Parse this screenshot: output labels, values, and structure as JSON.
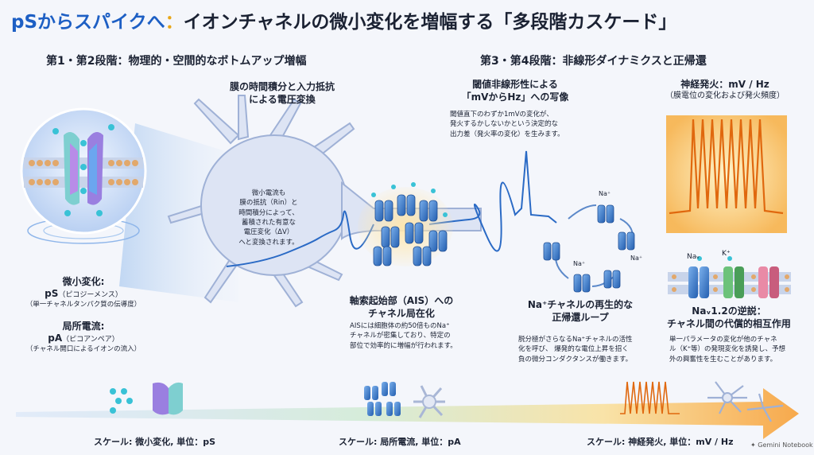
{
  "title": {
    "blue": "pSからスパイクへ",
    "colon": "：",
    "rest": "イオンチャネルの微小変化を増幅する「多段階カスケード」"
  },
  "section_left": "第1・第2段階：物理的・空間的なボトムアップ増幅",
  "section_right": "第3・第4段階：非線形ダイナミクスと正帰還",
  "membrane": {
    "head_1": "膜の時間積分と入力抵抗",
    "head_2": "による電圧変換",
    "body": [
      "微小電流も",
      "膜の抵抗（Rin）と",
      "時間積分によって、",
      "蓄積された有意な",
      "電圧変化（ΔV）",
      "へと変換されます。"
    ]
  },
  "left_panel": {
    "micro_head": "微小変化:",
    "micro_unit": "pS",
    "micro_unit_paren": "（ピコジーメンス）",
    "micro_desc": "（単一チャネルタンパク質の伝導度）",
    "local_head": "局所電流:",
    "local_unit": "pA",
    "local_unit_paren": "（ピコアンペア）",
    "local_desc": "（チャネル開口によるイオンの流入）"
  },
  "ais": {
    "head_1": "軸索起始部（AIS）への",
    "head_2": "チャネル局在化",
    "body": [
      "AISには細胞体の約50倍ものNa⁺",
      "チャネルが密集しており、特定の",
      "部位で効率的に増幅が行われます。"
    ]
  },
  "threshold": {
    "head_1": "閾値非線形性による",
    "head_2": "「mVからHz」への写像",
    "body": [
      "閾値直下のわずか1mVの変化が、",
      "発火するかしないかという決定的な",
      "出力差（発火率の変化）を生みます。"
    ]
  },
  "loop": {
    "labels": [
      "Na⁺",
      "Na⁺",
      "Na⁺"
    ],
    "head_1": "Na⁺チャネルの再生的な",
    "head_2": "正帰還ループ",
    "body": [
      "脱分極がさらなるNa⁺チャネルの活性",
      "化を呼び、 爆発的な電位上昇を招く",
      "負の微分コンダクタンスが働きます。"
    ]
  },
  "firing": {
    "head_1": "神経発火：mV / Hz",
    "head_2": "（膜電位の変化および発火頻度）"
  },
  "nav": {
    "channel_labels": [
      "Naᵥ",
      "K⁺"
    ],
    "head_1": "Naᵥ1.2の逆説：",
    "head_2": "チャネル間の代償的相互作用",
    "body": [
      "単一パラメータの変化が他のチャネ",
      "ル（K⁺等）の発現変化を誘発し、予想",
      "外の興奮性を生むことがあります。"
    ]
  },
  "footer": {
    "scale_1": "スケール: 微小変化, 単位：pS",
    "scale_2": "スケール: 局所電流, 単位：pA",
    "scale_3": "スケール: 神経発火, 単位：mV / Hz",
    "credit": "Gemini Notebook"
  },
  "colors": {
    "title_blue": "#1d5fc4",
    "accent_orange": "#f29a1c",
    "neuron": "#dde4f4",
    "channel_blue": "#3a7fd0"
  }
}
